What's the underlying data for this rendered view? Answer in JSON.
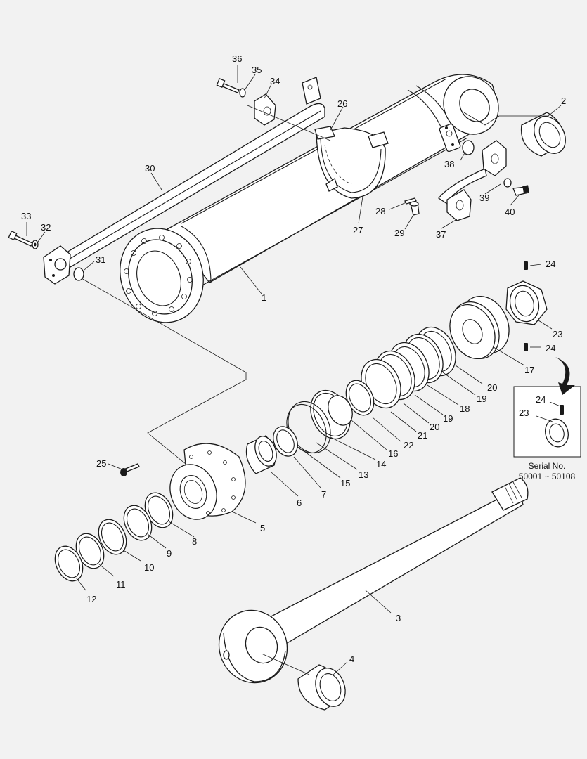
{
  "diagram": {
    "labels": [
      {
        "id": "1",
        "text": "1"
      },
      {
        "id": "2",
        "text": "2"
      },
      {
        "id": "3",
        "text": "3"
      },
      {
        "id": "4",
        "text": "4"
      },
      {
        "id": "5",
        "text": "5"
      },
      {
        "id": "6",
        "text": "6"
      },
      {
        "id": "7",
        "text": "7"
      },
      {
        "id": "8",
        "text": "8"
      },
      {
        "id": "9",
        "text": "9"
      },
      {
        "id": "10",
        "text": "10"
      },
      {
        "id": "11",
        "text": "11"
      },
      {
        "id": "12",
        "text": "12"
      },
      {
        "id": "13",
        "text": "13"
      },
      {
        "id": "14",
        "text": "14"
      },
      {
        "id": "15",
        "text": "15"
      },
      {
        "id": "16",
        "text": "16"
      },
      {
        "id": "17",
        "text": "17"
      },
      {
        "id": "18",
        "text": "18"
      },
      {
        "id": "19a",
        "text": "19"
      },
      {
        "id": "19b",
        "text": "19"
      },
      {
        "id": "20a",
        "text": "20"
      },
      {
        "id": "20b",
        "text": "20"
      },
      {
        "id": "21",
        "text": "21"
      },
      {
        "id": "22",
        "text": "22"
      },
      {
        "id": "23a",
        "text": "23"
      },
      {
        "id": "23b",
        "text": "23"
      },
      {
        "id": "24a",
        "text": "24"
      },
      {
        "id": "24b",
        "text": "24"
      },
      {
        "id": "24c",
        "text": "24"
      },
      {
        "id": "25",
        "text": "25"
      },
      {
        "id": "26",
        "text": "26"
      },
      {
        "id": "27",
        "text": "27"
      },
      {
        "id": "28",
        "text": "28"
      },
      {
        "id": "29",
        "text": "29"
      },
      {
        "id": "30",
        "text": "30"
      },
      {
        "id": "31",
        "text": "31"
      },
      {
        "id": "32",
        "text": "32"
      },
      {
        "id": "33",
        "text": "33"
      },
      {
        "id": "34",
        "text": "34"
      },
      {
        "id": "35",
        "text": "35"
      },
      {
        "id": "36",
        "text": "36"
      },
      {
        "id": "37",
        "text": "37"
      },
      {
        "id": "38",
        "text": "38"
      },
      {
        "id": "39",
        "text": "39"
      },
      {
        "id": "40",
        "text": "40"
      }
    ],
    "inset": {
      "serial_title": "Serial No.",
      "serial_range": "50001 ~ 50108"
    }
  }
}
